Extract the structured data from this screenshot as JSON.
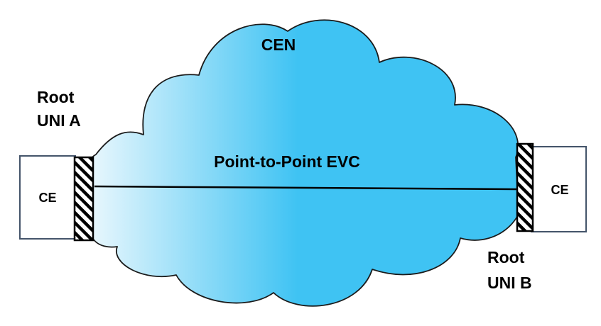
{
  "diagram": {
    "network": {
      "label": "CEN"
    },
    "evc": {
      "label": "Point-to-Point EVC"
    },
    "left_end": {
      "role": "Root",
      "uni": "UNI A",
      "device": "CE"
    },
    "right_end": {
      "role": "Root",
      "uni": "UNI B",
      "device": "CE"
    },
    "colors": {
      "cloud_fill": "#3fc3f3",
      "cloud_fade": "#e9f7fd",
      "cloud_outline": "#1b1b1b",
      "ce_box_border": "#44546a",
      "line": "#000000"
    }
  }
}
